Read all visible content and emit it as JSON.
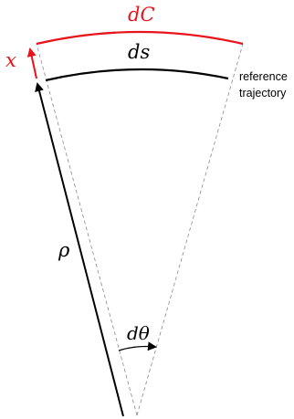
{
  "labels": {
    "dC": "dC",
    "ds": "ds",
    "x": "x",
    "rho": "ρ",
    "dtheta": "dθ",
    "reference_line1": "reference",
    "reference_line2": "trajectory"
  },
  "colors": {
    "red": "#e8141b",
    "black": "#000000",
    "dashed": "#8a8a8a"
  }
}
